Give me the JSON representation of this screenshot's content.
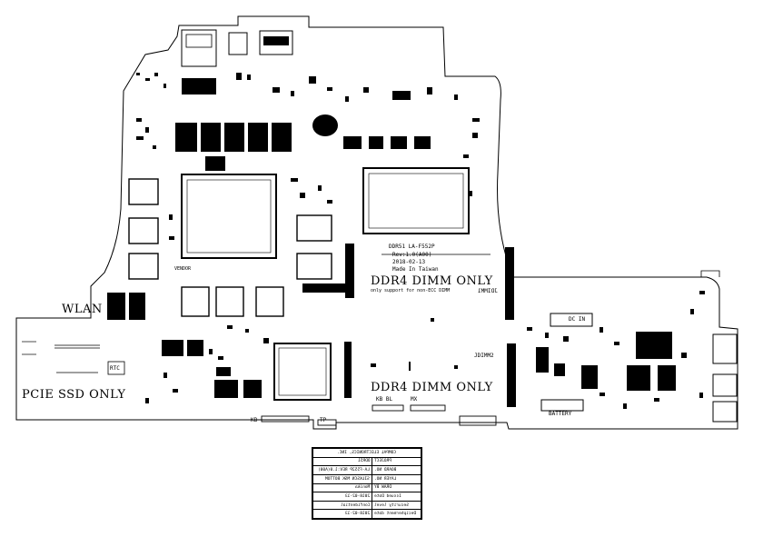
{
  "board": {
    "model": "DDR51 LA-F552P",
    "rev": "Rev:1.0(A00)",
    "date": "2018-02-13",
    "made_in": "Made In Taiwan",
    "support_note": "only support for non-ECC DIMM",
    "ref_jdimm1": "JDIMM1",
    "ref_jdimm2": "JDIMM2"
  },
  "labels": {
    "dimm_top": "DDR4  DIMM ONLY",
    "dimm_bottom": "DDR4  DIMM ONLY",
    "wlan": "WLAN",
    "pcie_ssd": "PCIE SSD ONLY",
    "rtc": "RTC",
    "dc_in": "DC IN",
    "battery": "BATTERY",
    "kb_bl": "KB BL",
    "kb": "KB",
    "tp": "TP",
    "mx": "MX",
    "vendor": "VENDOR"
  },
  "title_block": {
    "company": "COMPAL ELECTRONICS, INC.",
    "project_label": "PROJECT",
    "project_value": "DDR51",
    "board_no_label": "BOARD NO.",
    "board_no_value": "LA-F552P REV:1.0(A00)",
    "layer_label": "LAYER NO.",
    "layer_value": "SILKSCN MSK BOTTOM",
    "drawby_label": "DRAW BY",
    "drawby_value": "Monika",
    "issued_label": "Issued Date",
    "issued_value": "2018-02-13",
    "security_label": "Security level",
    "security_value": "Confidential",
    "deciph_label": "Decipherment date",
    "deciph_value": "2018-02-13"
  }
}
